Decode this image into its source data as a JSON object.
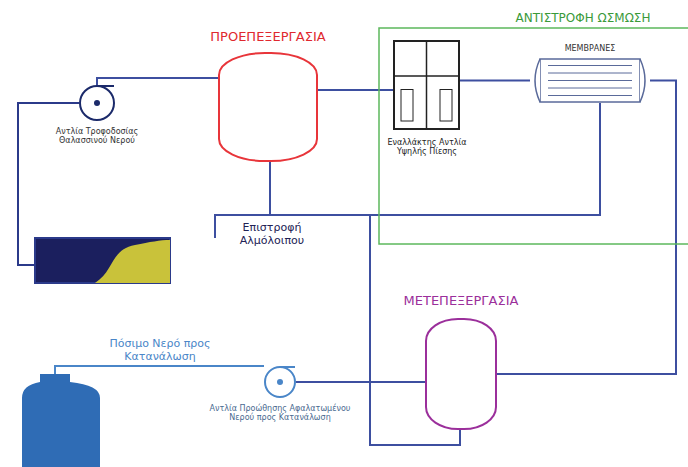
{
  "diagram": {
    "nodes": [
      {
        "text": [
          "ΠΡΟΕΠΕΞΕΡΓΑΣΙΑ"
        ]
      },
      {
        "text": [
          "ΑΝΤΙΣΤΡΟΦΗ ΩΣΜΩΣΗ"
        ]
      },
      {
        "text": [
          "ΜΕΜΒΡΑΝΕΣ"
        ],
        "in": 1
      },
      {
        "text": [
          "Εναλλάκτης Αντλία Υψηλής Πίεσης"
        ],
        "in": 1
      },
      {
        "text": [
          "Αντλία Τροφοδοσίας Θαλασσινού Νερού"
        ]
      },
      {
        "text": [
          "ΜΕΤΕΠΕΞΕΡΓΑΣΙΑ"
        ]
      },
      {
        "text": [
          "Αντλία Προώθησης Αφαλατωμένου Νερού προς Κατανάλωση"
        ]
      }
    ],
    "edges": [
      {
        "from": 4,
        "to": 0,
        "arrow": "none"
      },
      {
        "from": 0,
        "to": 3,
        "arrow": "none"
      },
      {
        "from": 3,
        "to": 2,
        "arrow": "none"
      },
      {
        "from": 2,
        "to": 5,
        "arrow": "none"
      },
      {
        "from": 5,
        "to": 6,
        "arrow": "none"
      }
    ],
    "labels": [
      "Επιστροφή Αλμόλοιπου",
      "Πόσιμο Νερό προς Κατανάλωση"
    ]
  }
}
